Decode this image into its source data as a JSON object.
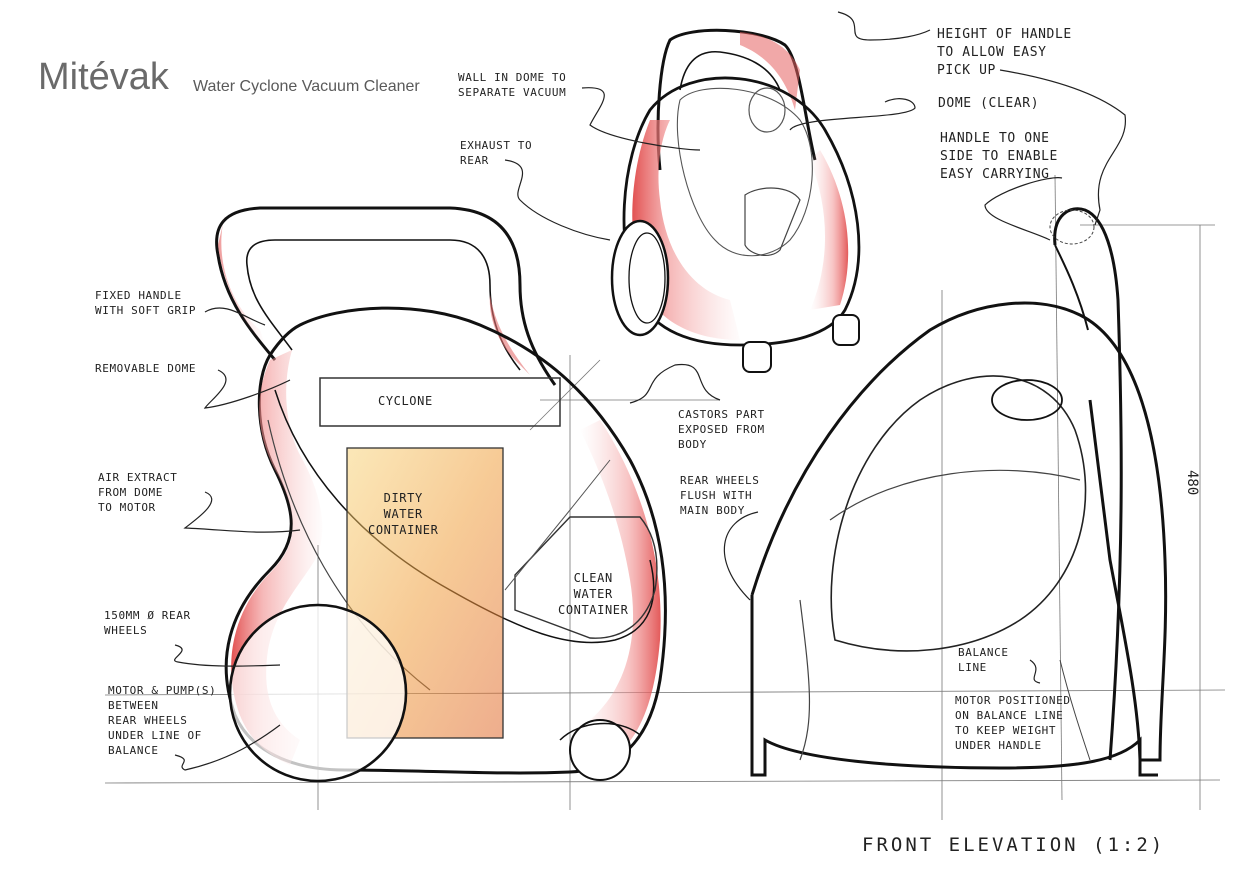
{
  "header": {
    "title": "Mitévak",
    "subtitle": "Water Cyclone Vacuum Cleaner"
  },
  "colors": {
    "ink": "#1a1a1a",
    "pencil": "#555555",
    "shade_red": "#e05a5a",
    "shade_pink": "#f3b3b0",
    "shade_orange": "#f0a040"
  },
  "side_view": {
    "labels": {
      "cyclone": "CYCLONE",
      "dirty_water": "DIRTY\nWATER\nCONTAINER",
      "clean_water": "CLEAN\nWATER\nCONTAINER"
    }
  },
  "annotations": {
    "fixed_handle": "FIXED HANDLE\nWITH SOFT GRIP",
    "removable_dome": "REMOVABLE DOME",
    "air_extract": "AIR EXTRACT\nFROM DOME\nTO MOTOR",
    "rear_wheels": "150mm Ø REAR\nWHEELS",
    "motor_pump": "MOTOR & PUMP(S)\nBETWEEN\nREAR WHEELS\nUNDER LINE OF\nBALANCE",
    "wall_in_dome": "WALL IN DOME TO\nSEPARATE VACUUM",
    "exhaust": "EXHAUST TO\nREAR",
    "castors": "CASTORS PART\nEXPOSED FROM\nBODY",
    "rear_wheels_flush": "REAR WHEELS\nFLUSH WITH\nMAIN BODY",
    "height_of_handle": "HEIGHT OF HANDLE\nTO ALLOW EASY\nPICK UP",
    "dome_clear": "DOME (CLEAR)",
    "handle_one_side": "HANDLE TO ONE\nSIDE TO ENABLE\nEASY CARRYING",
    "balance_line": "BALANCE\nLINE",
    "motor_positioned": "MOTOR POSITIONED\nON BALANCE LINE\nTO KEEP WEIGHT\nUNDER HANDLE"
  },
  "dimension": "480",
  "caption": "FRONT ELEVATION (1:2)"
}
